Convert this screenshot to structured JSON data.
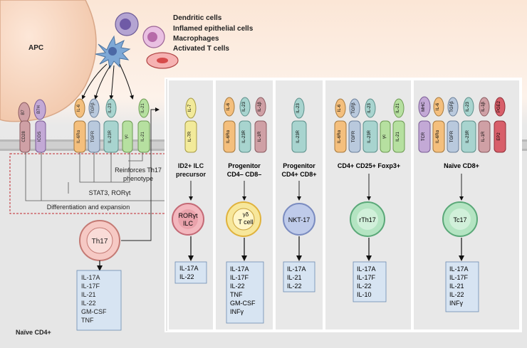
{
  "apc_label": "APC",
  "naive_label": "Naïve CD4+",
  "apc_cell_types": [
    "Dendritic cells",
    "Inflamed epithelial cells",
    "Macrophages",
    "Activated T cells"
  ],
  "left_panel": {
    "ligands": [
      "B7",
      "B7H",
      "IL-6",
      "TGFβ",
      "IL-23",
      "IL-21"
    ],
    "receptors": [
      "CD28",
      "ICOS",
      "IL-6Rα",
      "TGFR",
      "IL-23R",
      "γc",
      "IL-21"
    ],
    "signaling": [
      "Reinforces Th17",
      "phenotype",
      "STAT3, RORγt",
      "Differentiation and expansion"
    ],
    "cell": "Th17",
    "cytokines": [
      "IL-17A",
      "IL-17F",
      "IL-21",
      "IL-22",
      "GM-CSF",
      "TNF"
    ]
  },
  "panels": [
    {
      "ligands": [
        "IL-7"
      ],
      "receptors": [
        "IL-7R"
      ],
      "title": [
        "ID2+ ILC",
        "precursor"
      ],
      "cell": [
        "RORγt",
        "ILC"
      ],
      "cytokines": [
        "IL-17A",
        "IL-22"
      ]
    },
    {
      "ligands": [
        "IL-6",
        "IL-23",
        "IL-1β"
      ],
      "receptors": [
        "IL-6Rα",
        "IL-23R",
        "IL-1R"
      ],
      "title": [
        "Progenitor",
        "CD4– CD8–"
      ],
      "cell": [
        "γδ",
        "T cell"
      ],
      "cytokines": [
        "IL-17A",
        "IL-17F",
        "IL-22",
        "TNF",
        "GM-CSF",
        "INFγ"
      ]
    },
    {
      "ligands": [
        "IL-23"
      ],
      "receptors": [
        "IL-23R"
      ],
      "title": [
        "Progenitor",
        "CD4+ CD8+"
      ],
      "cell": [
        "NKT-17"
      ],
      "cytokines": [
        "IL-17A",
        "IL-21",
        "IL-22"
      ]
    },
    {
      "ligands": [
        "IL-6",
        "TGFβ",
        "IL-23",
        "IL-21"
      ],
      "receptors": [
        "IL-6Rα",
        "TGFR",
        "IL-23R",
        "γc",
        "IL-21"
      ],
      "title": [
        "CD4+ CD25+ Foxp3+"
      ],
      "cell": [
        "rTh17"
      ],
      "cytokines": [
        "IL-17A",
        "IL-17F",
        "IL-22",
        "IL-10"
      ]
    },
    {
      "ligands": [
        "MHC",
        "IL-6",
        "TGFβ",
        "IL-23",
        "IL-1β",
        "PGE2"
      ],
      "receptors": [
        "TCR",
        "IL-6Rα",
        "TGFR",
        "IL-23R",
        "IL-1R",
        "EP2"
      ],
      "title": [
        "Naïve CD8+"
      ],
      "cell": [
        "Tc17"
      ],
      "cytokines": [
        "IL-17A",
        "IL-17F",
        "IL-21",
        "IL-22",
        "INFγ"
      ]
    }
  ],
  "colors": {
    "apc_fill": "#f6d9c3",
    "cell_zone": "#ececec",
    "membrane": "#c8c8c8",
    "yellow": "#f2ea9a",
    "orange": "#f4bf7d",
    "blue_grey": "#b9c9dd",
    "teal": "#a8d4cf",
    "green": "#b6e0a0",
    "pink_brown": "#cfa0a5",
    "purple": "#c3a9d6",
    "red": "#d85f6a",
    "th17_fill": "#f6c9c4",
    "rth17_fill": "#b4e4c2",
    "tc17_fill": "#b4e4c2",
    "nkt_fill": "#bfcbea",
    "gd_fill": "#f7e79b",
    "ilc_fill": "#f3b7be",
    "dashed_border": "#c0282e",
    "cytokine_box": "#d7e4f2",
    "panel_border": "#ffffff"
  }
}
